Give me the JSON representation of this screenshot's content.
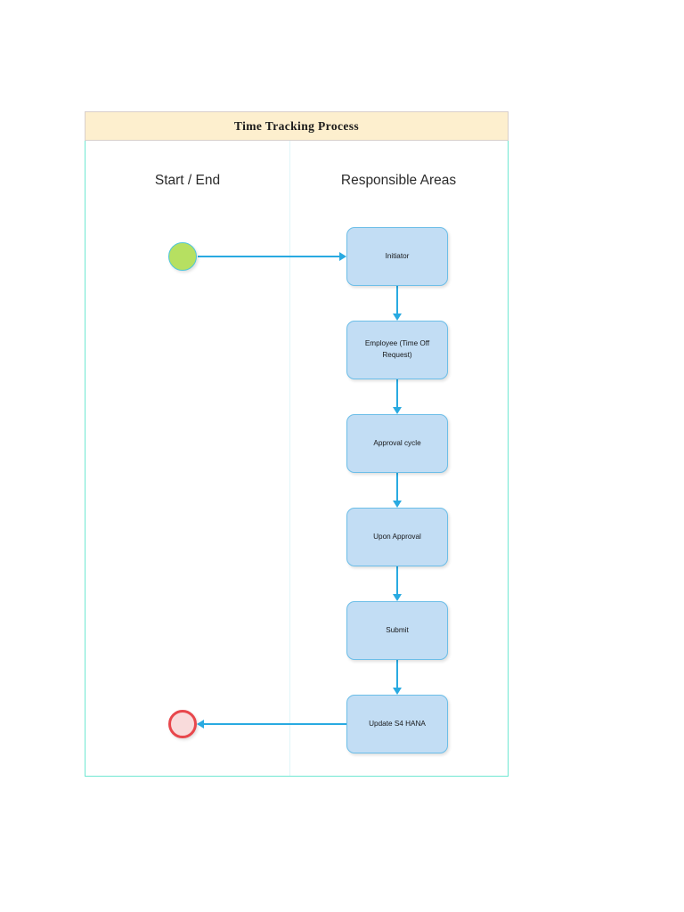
{
  "diagram": {
    "title": "Time Tracking Process",
    "lanes": [
      {
        "id": "start-end",
        "label": "Start / End"
      },
      {
        "id": "responsible-areas",
        "label": "Responsible Areas"
      }
    ],
    "nodes": [
      {
        "id": "start",
        "type": "start-terminator",
        "label": "",
        "lane": "start-end"
      },
      {
        "id": "initiator",
        "type": "process",
        "label": "Initiator",
        "lane": "responsible-areas"
      },
      {
        "id": "employee",
        "type": "process",
        "label": "Employee (Time Off Request)",
        "lane": "responsible-areas"
      },
      {
        "id": "approval-cycle",
        "type": "process",
        "label": "Approval cycle",
        "lane": "responsible-areas"
      },
      {
        "id": "upon-approval",
        "type": "process",
        "label": "Upon Approval",
        "lane": "responsible-areas"
      },
      {
        "id": "submit",
        "type": "process",
        "label": "Submit",
        "lane": "responsible-areas"
      },
      {
        "id": "update-s4-hana",
        "type": "process",
        "label": "Update S4 HANA",
        "lane": "responsible-areas"
      },
      {
        "id": "end",
        "type": "end-terminator",
        "label": "",
        "lane": "start-end"
      }
    ],
    "edges": [
      {
        "from": "start",
        "to": "initiator",
        "direction": "right"
      },
      {
        "from": "initiator",
        "to": "employee",
        "direction": "down"
      },
      {
        "from": "employee",
        "to": "approval-cycle",
        "direction": "down"
      },
      {
        "from": "approval-cycle",
        "to": "upon-approval",
        "direction": "down"
      },
      {
        "from": "upon-approval",
        "to": "submit",
        "direction": "down"
      },
      {
        "from": "submit",
        "to": "update-s4-hana",
        "direction": "down"
      },
      {
        "from": "update-s4-hana",
        "to": "end",
        "direction": "left"
      }
    ],
    "colors": {
      "title_band_fill": "#FDEFCE",
      "title_band_border": "#D8CFCB",
      "panel_border": "#6FE7D2",
      "lane_divider": "#DFF6F9",
      "process_fill": "#C2DDF4",
      "process_border": "#6CBEE8",
      "connector": "#29AAE1",
      "start_fill": "#B6E061",
      "start_border": "#4FC6D8",
      "end_fill": "#F9DBDB",
      "end_border": "#E8474C",
      "page_background": "#FFFFFF"
    }
  }
}
